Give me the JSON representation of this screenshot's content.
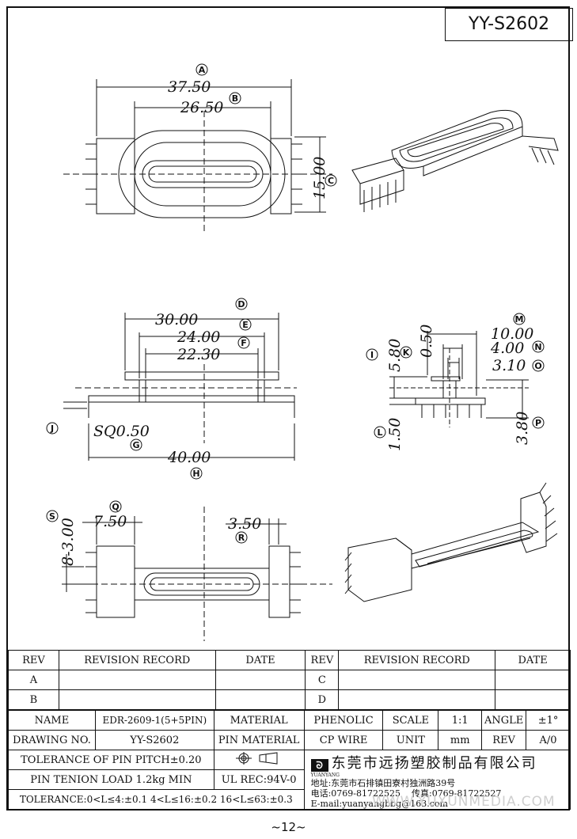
{
  "part_number": "YY-S2602",
  "page_number": "~12~",
  "watermark": "WWW.YUXUNMEDIA.COM",
  "dimensions": {
    "A": "37.50",
    "B": "26.50",
    "C": "15.00",
    "D": "30.00",
    "E": "24.00",
    "F": "22.30",
    "G": "SQ0.50",
    "H": "40.00",
    "I": "5.80",
    "K": "0.50",
    "L": "1.50",
    "M": "10.00",
    "N": "4.00",
    "O": "3.10",
    "P": "3.80",
    "Q": "7.50",
    "R": "3.50",
    "S": "8-3.00"
  },
  "labels": [
    "A",
    "B",
    "C",
    "D",
    "E",
    "F",
    "G",
    "H",
    "I",
    "J",
    "K",
    "L",
    "M",
    "N",
    "O",
    "P",
    "Q",
    "R",
    "S"
  ],
  "revision_table": {
    "headers": [
      "REV",
      "REVISION RECORD",
      "DATE",
      "REV",
      "REVISION RECORD",
      "DATE"
    ],
    "rows": [
      [
        "A",
        "",
        "",
        "C",
        "",
        ""
      ],
      [
        "B",
        "",
        "",
        "D",
        "",
        ""
      ]
    ]
  },
  "title_block": {
    "name_label": "NAME",
    "name_value": "EDR-2609-1(5+5PIN)",
    "material_label": "MATERIAL",
    "material_value": "PHENOLIC",
    "scale_label": "SCALE",
    "scale_value": "1:1",
    "angle_label": "ANGLE",
    "angle_value": "±1°",
    "drawing_no_label": "DRAWING NO.",
    "drawing_no_value": "YY-S2602",
    "pin_material_label": "PIN MATERIAL",
    "pin_material_value": "CP WIRE",
    "unit_label": "UNIT",
    "unit_value": "mm",
    "rev_label": "REV",
    "rev_value": "A/0",
    "pitch_tolerance": "TOLERANCE OF PIN PITCH±0.20",
    "pin_tension": "PIN TENION LOAD 1.2kg MIN",
    "ul_rec": "UL REC:94V-0",
    "general_tolerance": "TOLERANCE:0<L≤4:±0.1  4<L≤16:±0.2  16<L≤63:±0.3",
    "company_name": "东莞市远扬塑胶制品有限公司",
    "company_logo_text": "YUANYANG",
    "address": "地址:东莞市石排镇田寮村独洲路39号",
    "phone": "电话:0769-81722525",
    "fax": "传真:0769-81722527",
    "email": "E-mail:yuanyangbbg@163.com"
  }
}
